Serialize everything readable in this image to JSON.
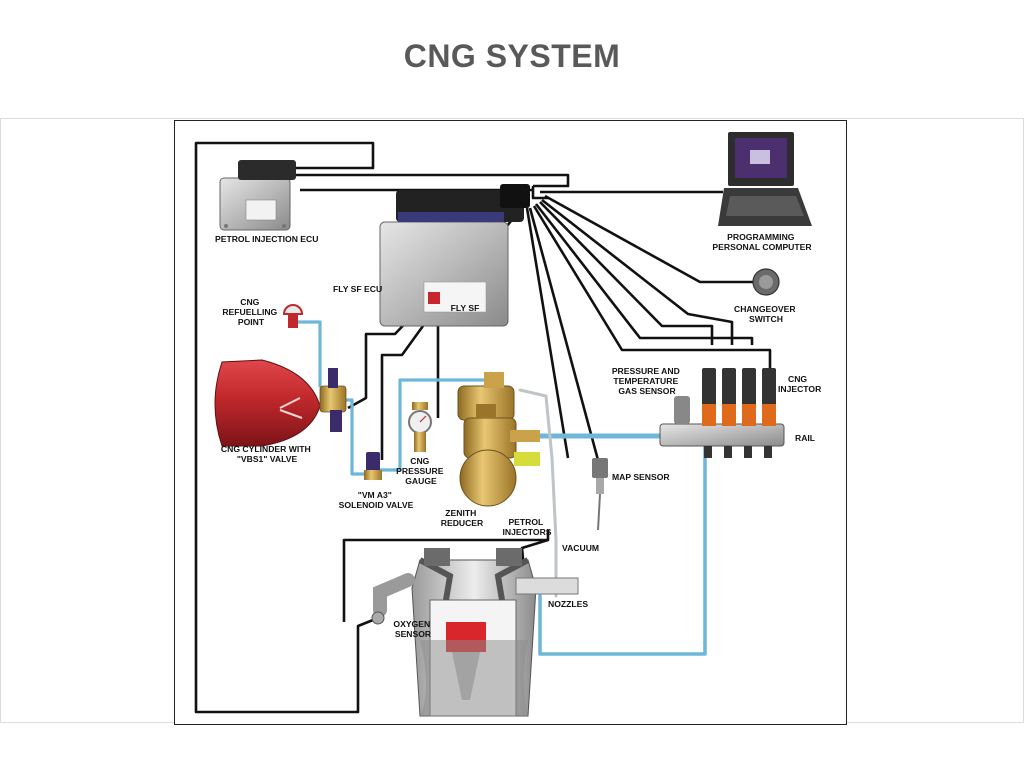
{
  "slide": {
    "title": "CNG SYSTEM"
  },
  "labels": {
    "petrol_ecu": [
      "PETROL INJECTION ECU"
    ],
    "fly_ecu": [
      "FLY SF ECU"
    ],
    "ecu_brand": "FLY SF",
    "pc": [
      "PROGRAMMING",
      "PERSONAL COMPUTER"
    ],
    "changeover": [
      "CHANGEOVER",
      "SWITCH"
    ],
    "refuelling": [
      "CNG",
      "REFUELLING",
      "POINT"
    ],
    "cylinder": [
      "CNG CYLINDER WITH",
      "\"VBS1\" VALVE"
    ],
    "pressure_temp": [
      "PRESSURE AND",
      "TEMPERATURE",
      "GAS SENSOR"
    ],
    "injector": [
      "CNG",
      "INJECTOR"
    ],
    "rail": [
      "RAIL"
    ],
    "gauge": [
      "CNG",
      "PRESSURE",
      "GAUGE"
    ],
    "solenoid": [
      "\"VM A3\"",
      "SOLENOID VALVE"
    ],
    "reducer": [
      "ZENITH",
      "REDUCER"
    ],
    "petrol_injectors": [
      "PETROL",
      "INJECTORS"
    ],
    "map_sensor": [
      "MAP SENSOR"
    ],
    "vacuum": [
      "VACUUM"
    ],
    "nozzles": [
      "NOZZLES"
    ],
    "oxygen": [
      "OXYGEN",
      "SENSOR"
    ]
  },
  "colors": {
    "cylinder": "#c0282c",
    "gas_line": "#6fb7d8",
    "wire": "#111111",
    "brass": "#c9a24a",
    "injector_orange": "#e06a1c",
    "piston": "#d8262c"
  }
}
